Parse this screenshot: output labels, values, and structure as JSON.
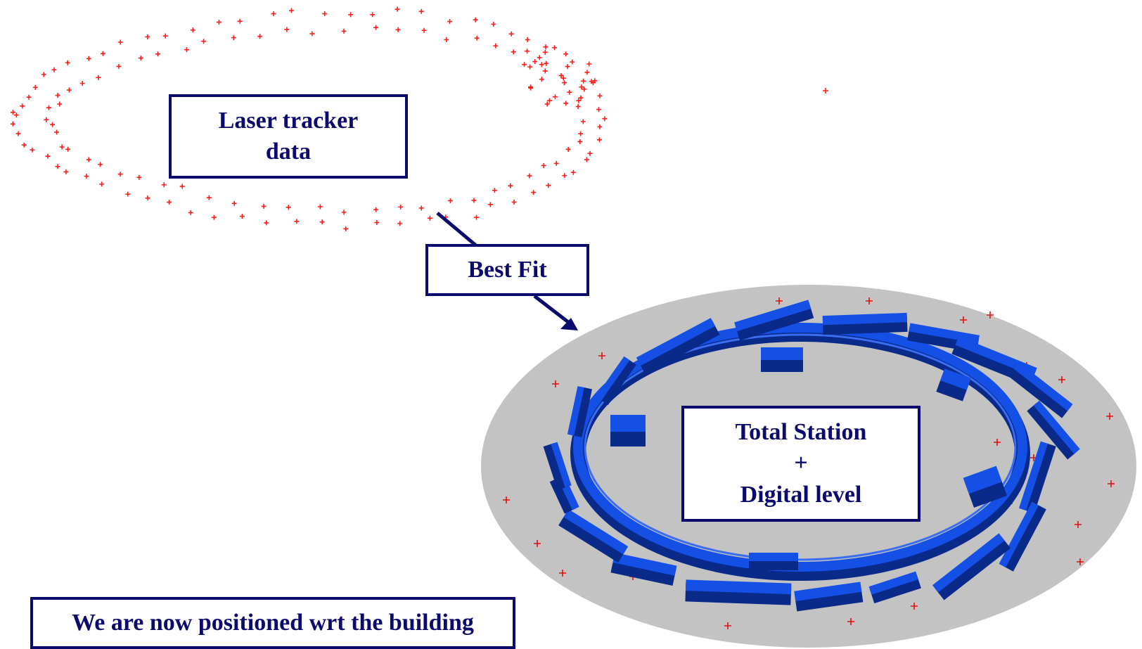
{
  "labels": {
    "laser_tracker": [
      "Laser tracker",
      "data"
    ],
    "best_fit": "Best Fit",
    "total_station": [
      "Total Station",
      "+",
      "Digital level"
    ],
    "positioned": "We are now positioned wrt the building"
  },
  "colors": {
    "box_border": "#0b0b6e",
    "box_text": "#0b0b6e",
    "arrow": "#0b0b6e",
    "tracker_points": "#ff1a1a",
    "floor": "#c3c3c3",
    "magnets": "#1450e6",
    "magnets_dark": "#0a2a8a",
    "floor_points": "#e01010"
  }
}
